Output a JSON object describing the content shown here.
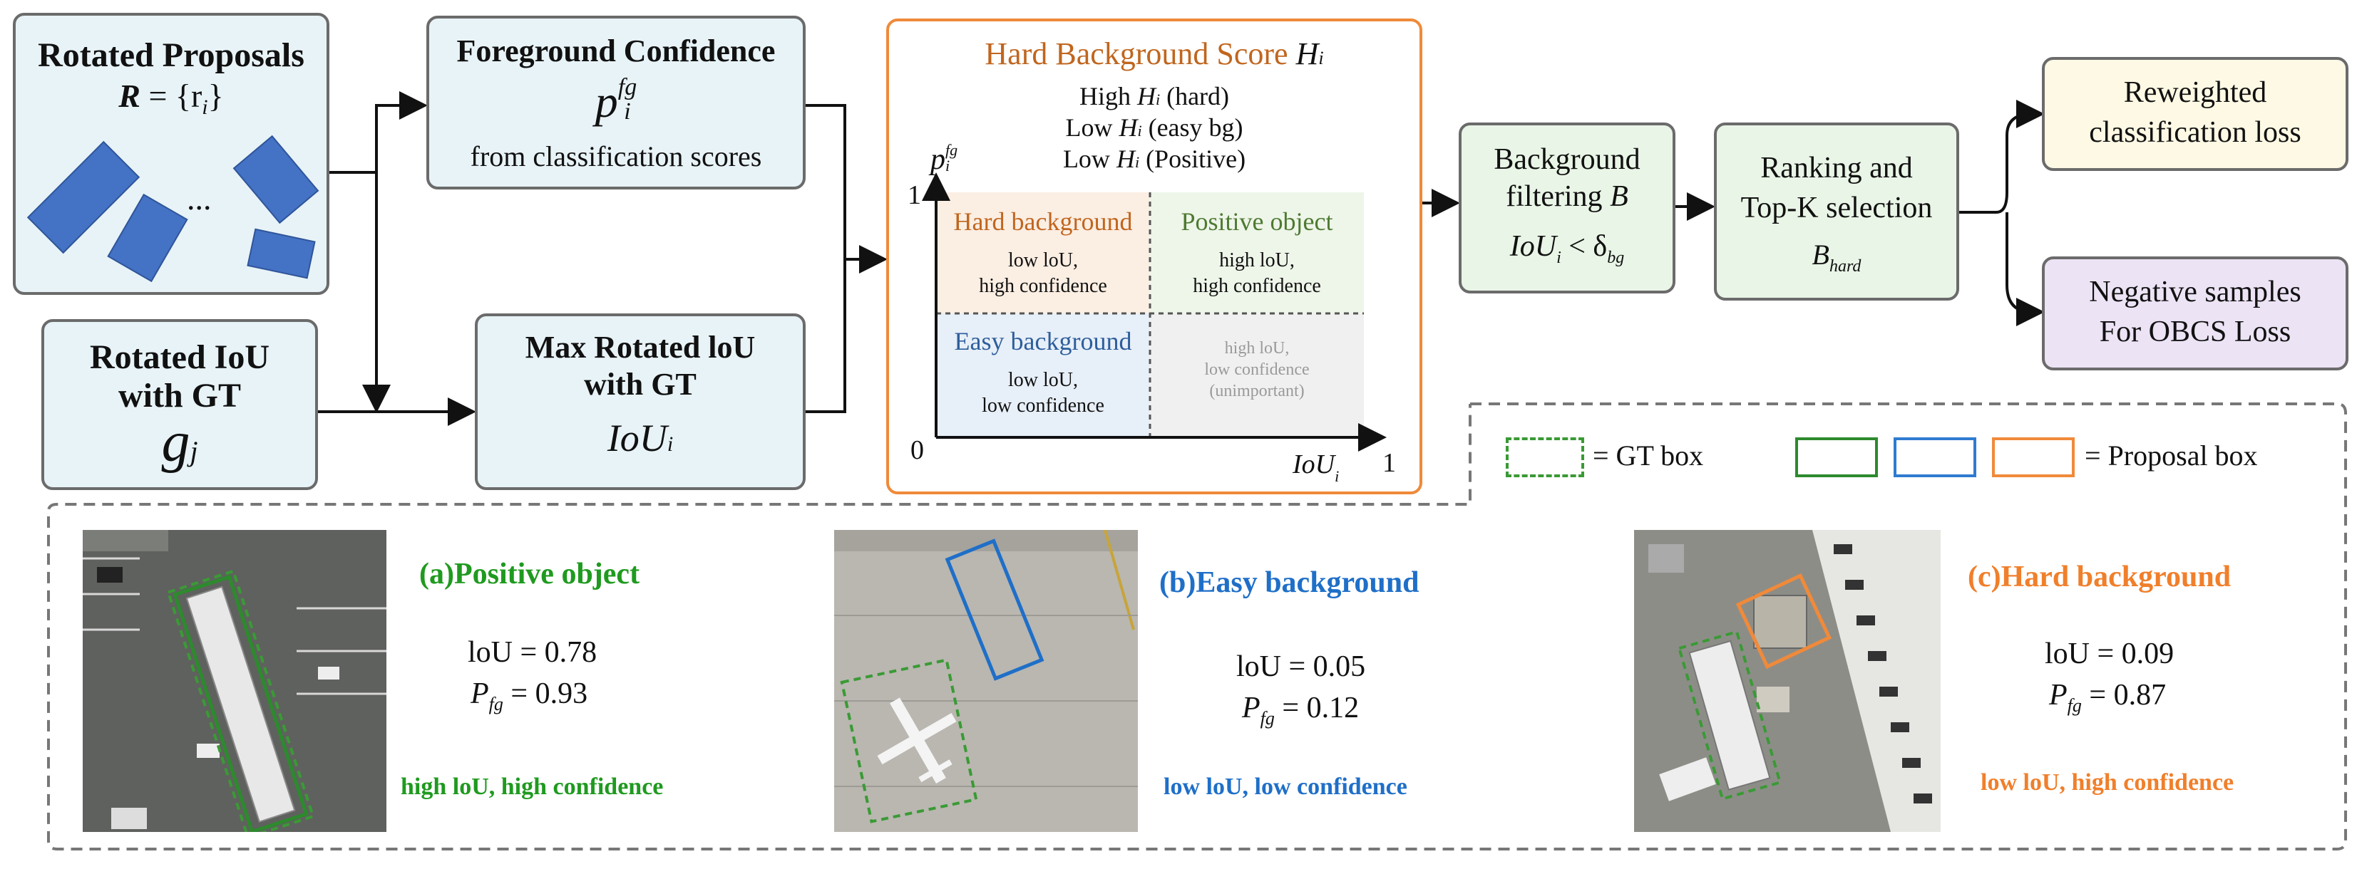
{
  "rotated_proposals": {
    "title": "Rotated Proposals",
    "formula_lhs": "R",
    "formula_rhs": "= {r",
    "formula_sub": "i",
    "formula_end": "}",
    "ellipsis": "..."
  },
  "foreground_confidence": {
    "title": "Foreground Confidence",
    "symbol": "p",
    "sub": "i",
    "sup": "fg",
    "caption": "from classification scores"
  },
  "rotated_iou_gt": {
    "title_line1": "Rotated IoU",
    "title_line2": "with GT",
    "symbol": "g",
    "sub": "j"
  },
  "max_rotated_iou": {
    "title_line1": "Max Rotated loU",
    "title_line2": "with GT",
    "symbol": "IoU",
    "sub": "i"
  },
  "hard_bg_score": {
    "title": "Hard Background Score ",
    "title_symbol": "H",
    "title_sub": "i",
    "line1_a": "High ",
    "line1_b": " (hard)",
    "line2_a": "Low ",
    "line2_b": " (easy bg)",
    "line3_a": "Low ",
    "line3_b": " (Positive)",
    "axis_y_label": "p",
    "axis_y_sub": "i",
    "axis_y_sup": "fg",
    "axis_y_one": "1",
    "axis_origin": "0",
    "axis_x_label": "IoU",
    "axis_x_sub": "i",
    "axis_x_one": "1",
    "quadrants": {
      "hard": {
        "title": "Hard background",
        "l1": "low loU,",
        "l2": "high confidence",
        "color": "#fbeee3",
        "title_color": "#c0661f"
      },
      "positive": {
        "title": "Positive object",
        "l1": "high loU,",
        "l2": "high confidence",
        "color": "#eef5e9",
        "title_color": "#4e7a31"
      },
      "easy": {
        "title": "Easy background",
        "l1": "low loU,",
        "l2": "low confidence",
        "color": "#e7eff8",
        "title_color": "#2e5e9c"
      },
      "unimportant": {
        "l1": "high loU,",
        "l2": "low confidence",
        "l3": "(unimportant)",
        "color": "#f0f0f0",
        "title_color": "#9a9a9a"
      }
    }
  },
  "background_filtering": {
    "l1": "Background",
    "l2": "filtering ",
    "l2_symbol": "B",
    "expr_a": "IoU",
    "expr_sub": "i",
    "expr_b": " < δ",
    "expr_sub2": "bg"
  },
  "ranking": {
    "l1": "Ranking and",
    "l2": "Top-K selection",
    "symbol": "B",
    "sub": "hard"
  },
  "reweighted": {
    "l1": "Reweighted",
    "l2": "classification loss"
  },
  "negative": {
    "l1": "Negative samples",
    "l2": "For OBCS Loss"
  },
  "legend": {
    "gt_label": "= GT box",
    "proposal_label": "= Proposal box"
  },
  "examples": [
    {
      "title": "(a)Positive object",
      "iou": "loU = 0.78",
      "pfg_symbol": "P",
      "pfg_sub": "fg",
      "pfg_value": " = 0.93",
      "footer": "high loU, high confidence",
      "color": "#1f9a1f"
    },
    {
      "title": "(b)Easy background",
      "iou": "loU = 0.05",
      "pfg_symbol": "P",
      "pfg_sub": "fg",
      "pfg_value": " = 0.12",
      "footer": "low loU, low confidence",
      "color": "#1f6fc8"
    },
    {
      "title": "(c)Hard background",
      "iou": "loU = 0.09",
      "pfg_symbol": "P",
      "pfg_sub": "fg",
      "pfg_value": " = 0.87",
      "footer": "low loU, high confidence",
      "color": "#f07f2b"
    }
  ],
  "colors": {
    "orange": "#ef8a3a",
    "gt_green": "#3a9a35",
    "prop_green": "#2d8a2d",
    "prop_blue": "#2f7bd0",
    "prop_orange": "#f08a3a",
    "proposal_fill": "#4472c4"
  }
}
